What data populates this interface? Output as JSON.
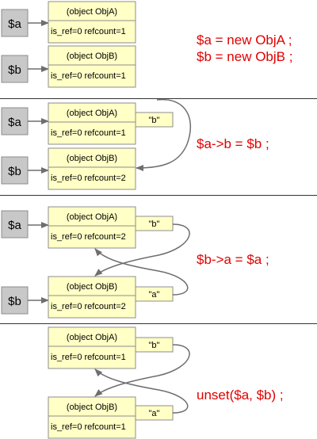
{
  "colors": {
    "variable_fill": "#c8c8c8",
    "object_fill": "#ffffc6",
    "object_stroke": "#8c8c8c",
    "arrow": "#6e6e6e",
    "code": "#e00000",
    "divider": "#333333"
  },
  "panels": [
    {
      "code": [
        "$a = new ObjA ;",
        "$b = new ObjB ;"
      ],
      "variables": [
        "$a",
        "$b"
      ],
      "objects": [
        {
          "name": "(object ObjA)",
          "info": "is_ref=0 refcount=1",
          "property": ""
        },
        {
          "name": "(object ObjB)",
          "info": "is_ref=0 refcount=1",
          "property": ""
        }
      ]
    },
    {
      "code": [
        "$a->b = $b ;"
      ],
      "variables": [
        "$a",
        "$b"
      ],
      "objects": [
        {
          "name": "(object ObjA)",
          "info": "is_ref=0 refcount=1",
          "property": "\"b\""
        },
        {
          "name": "(object ObjB)",
          "info": "is_ref=0 refcount=2",
          "property": ""
        }
      ]
    },
    {
      "code": [
        "$b->a = $a ;"
      ],
      "variables": [
        "$a",
        "$b"
      ],
      "objects": [
        {
          "name": "(object ObjA)",
          "info": "is_ref=0 refcount=2",
          "property": "\"b\""
        },
        {
          "name": "(object ObjB)",
          "info": "is_ref=0 refcount=2",
          "property": "\"a\""
        }
      ]
    },
    {
      "code": [
        "unset($a, $b) ;"
      ],
      "variables": [],
      "objects": [
        {
          "name": "(object ObjA)",
          "info": "is_ref=0 refcount=1",
          "property": "\"b\""
        },
        {
          "name": "(object ObjB)",
          "info": "is_ref=0 refcount=1",
          "property": "\"a\""
        }
      ]
    }
  ]
}
